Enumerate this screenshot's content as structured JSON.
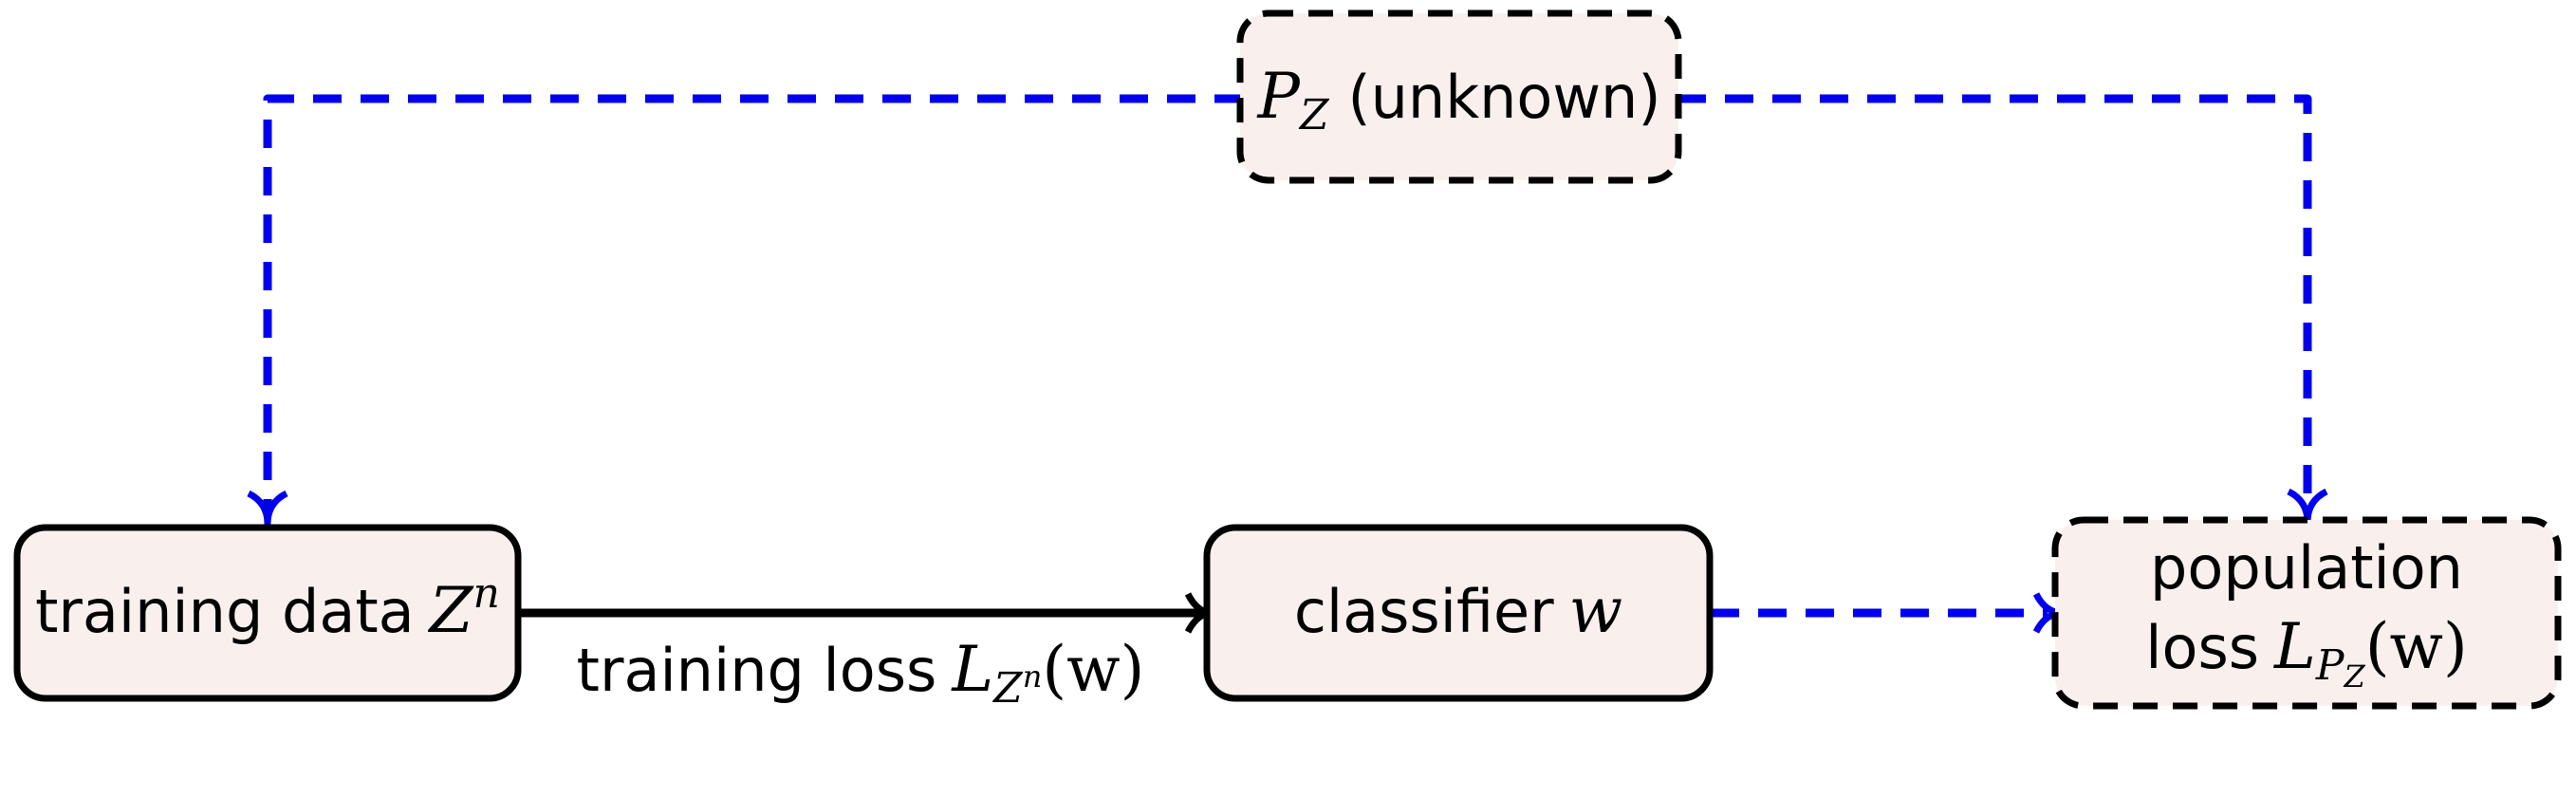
{
  "colors": {
    "node_fill": "#f9f0ee",
    "node_stroke": "#000000",
    "dashed_arrow": "#0000ee",
    "solid_arrow": "#000000"
  },
  "nodes": {
    "source": {
      "symbol": "P",
      "subscript": "Z",
      "label": "(unknown)"
    },
    "training_data": {
      "label": "training data",
      "symbol": "Z",
      "superscript": "n"
    },
    "classifier": {
      "label": "classifier",
      "symbol": "w"
    },
    "population_loss": {
      "line1": "population",
      "line2": "loss",
      "symbol": "L",
      "sub_main": "P",
      "sub_sub": "Z",
      "argument": "(w)"
    }
  },
  "edges": {
    "training_loss": {
      "label": "training loss",
      "symbol": "L",
      "sub_main": "Z",
      "sub_sup": "n",
      "argument": "(w)"
    }
  }
}
